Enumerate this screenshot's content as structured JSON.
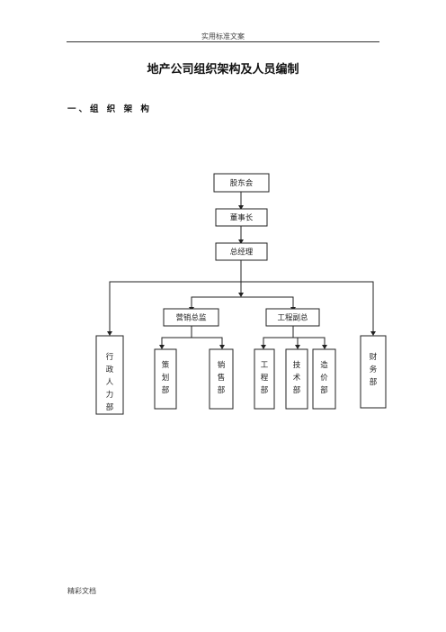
{
  "header": {
    "text": "实用标准文案"
  },
  "title": "地产公司组织架构及人员编制",
  "section_heading": "一、组 织 架 构",
  "org": {
    "shareholders": "股东会",
    "chairman": "董事长",
    "general_manager": "总经理",
    "marketing_director": "营销总监",
    "engineering_vp": "工程副总",
    "admin_hr": "行政人力部",
    "planning": "策划部",
    "sales": "销售部",
    "engineering": "工程部",
    "technical": "技术部",
    "cost": "造价部",
    "finance": "财务部"
  },
  "footer": {
    "text": "精彩文档"
  }
}
